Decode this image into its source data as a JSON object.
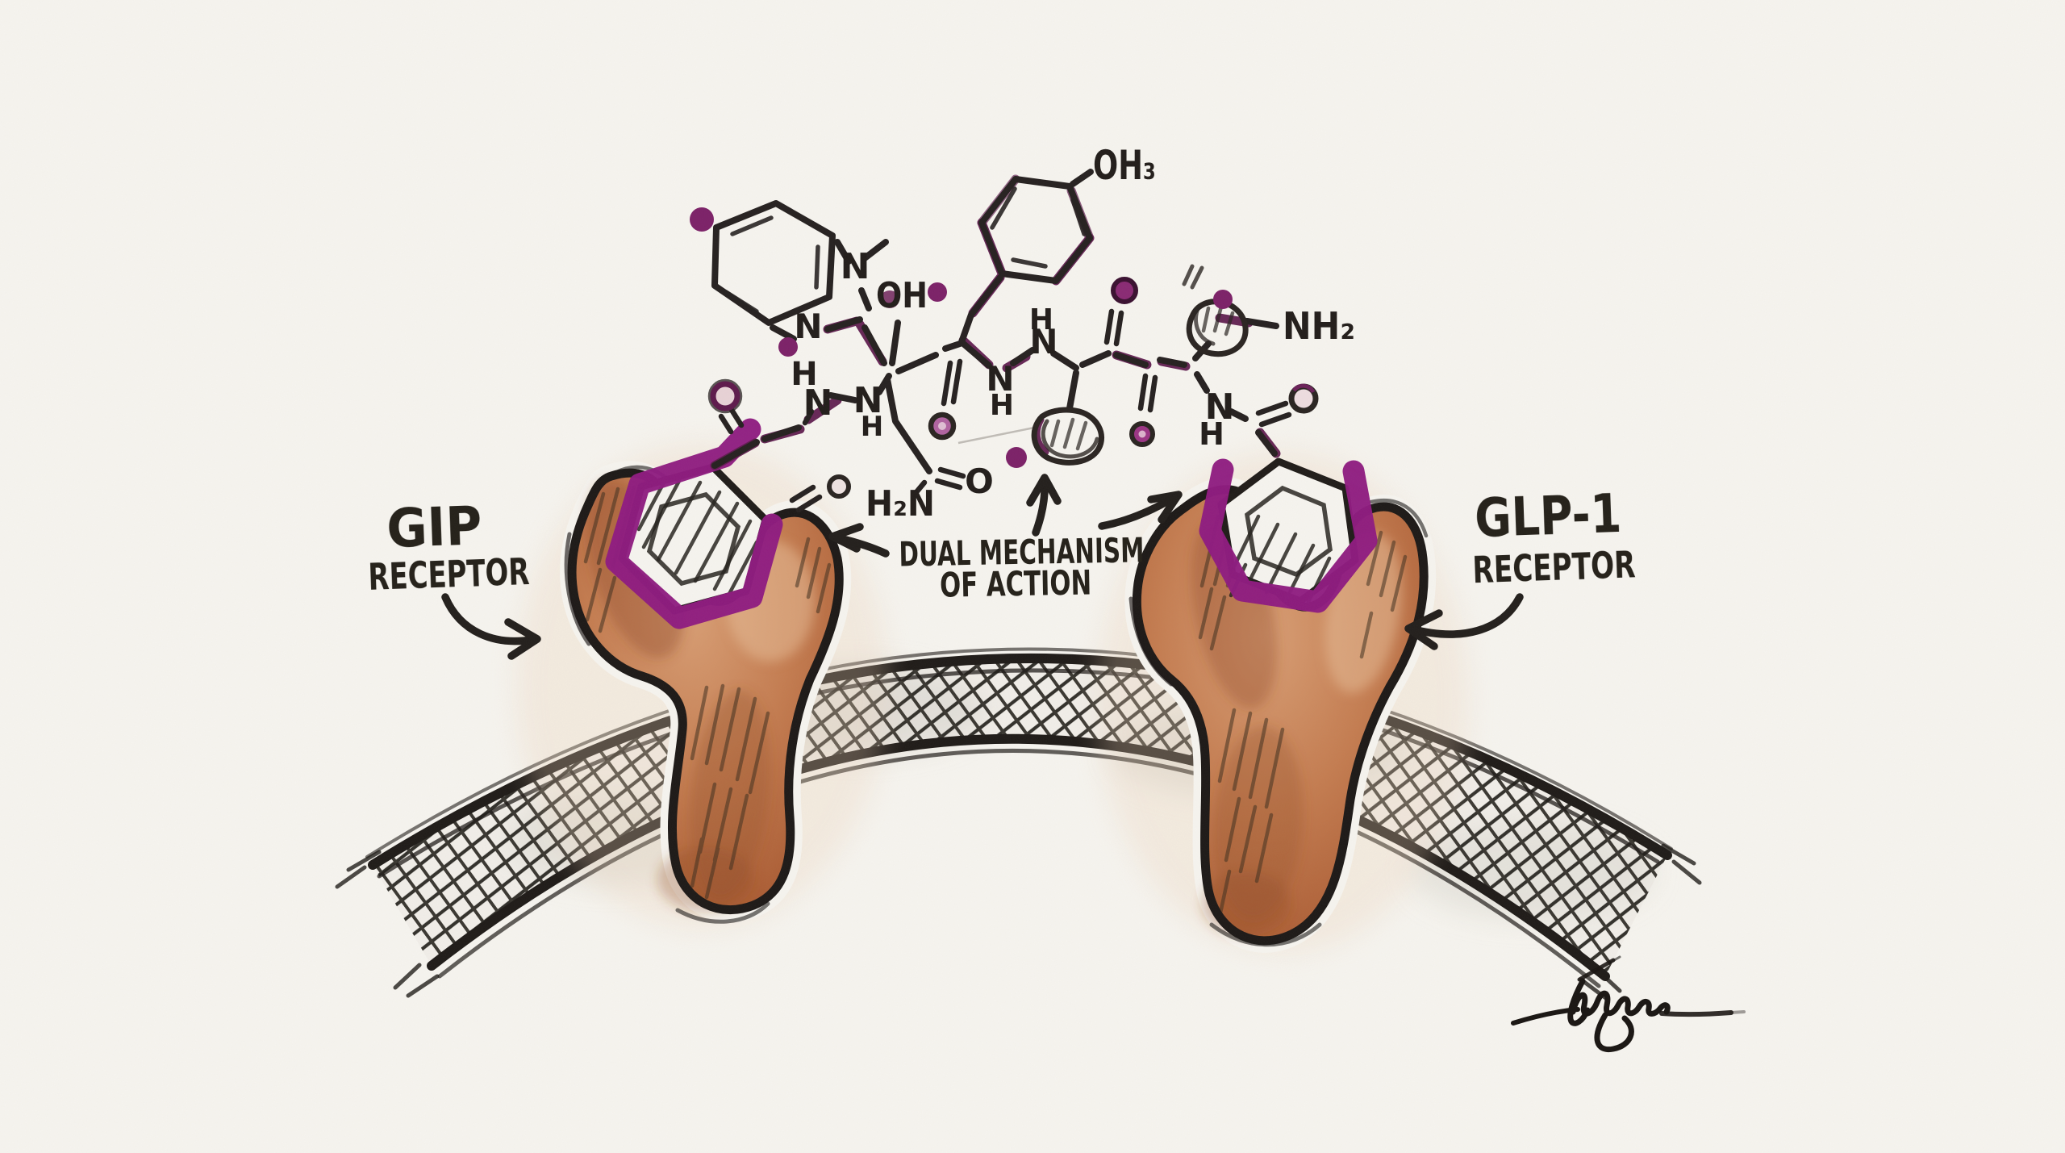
{
  "labels": {
    "gip": {
      "line1": "GIP",
      "line2": "RECEPTOR"
    },
    "glp1": {
      "line1": "GLP-1",
      "line2": "RECEPTOR"
    },
    "dual": {
      "line1": "DUAL MECHANISM",
      "line2": "OF ACTION"
    }
  },
  "molecule": {
    "atoms": [
      {
        "t": "OH₃"
      },
      {
        "t": "N"
      },
      {
        "t": "N"
      },
      {
        "t": "OH"
      },
      {
        "t": "H"
      },
      {
        "t": "N"
      },
      {
        "t": "N"
      },
      {
        "t": "H"
      },
      {
        "t": "H₂N"
      },
      {
        "t": "O"
      },
      {
        "t": "N"
      },
      {
        "t": "H"
      },
      {
        "t": "H"
      },
      {
        "t": "N"
      },
      {
        "t": "NH₂"
      },
      {
        "t": "N"
      },
      {
        "t": "H"
      }
    ]
  },
  "colors": {
    "paper": "#f6f4ef",
    "ink": "#262120",
    "accent_purple": "#8e1b80",
    "molecule_purple": "#5f1c4e",
    "dot_purple": "#7c2168",
    "receptor_brown": "#c47c50",
    "receptor_brown_dark": "#9c512c",
    "membrane_hatch": "#32302b"
  }
}
